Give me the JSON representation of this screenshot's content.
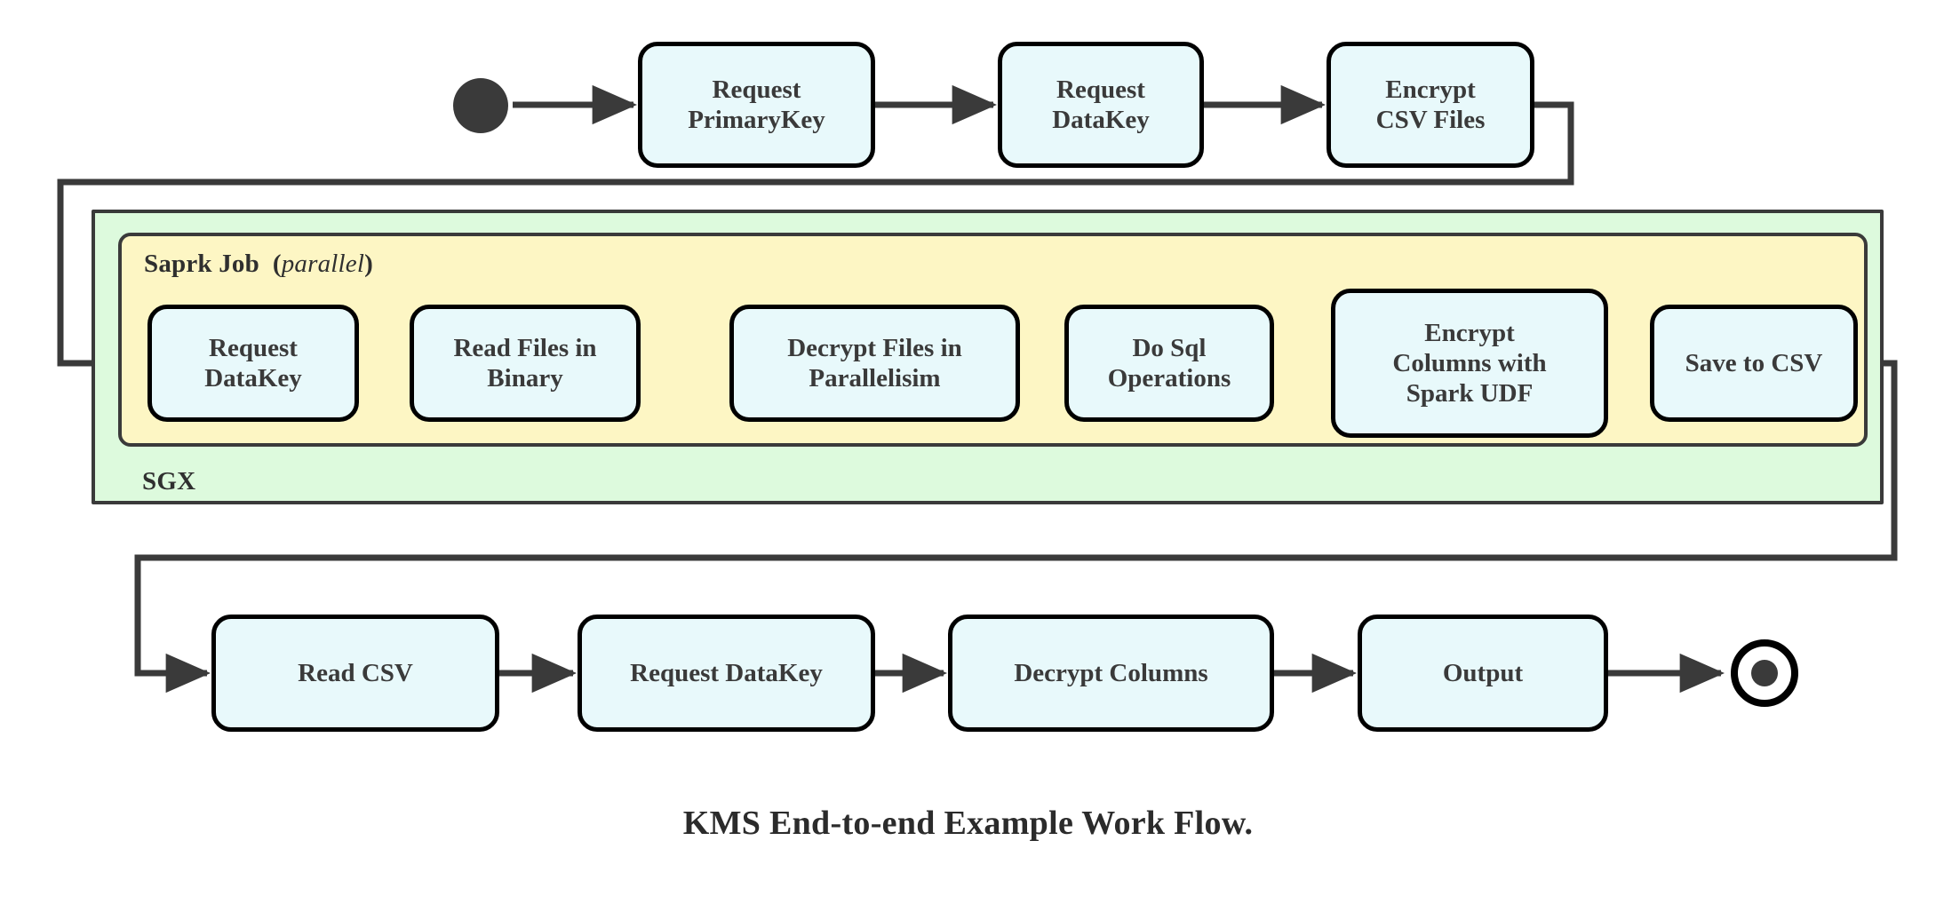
{
  "figure": {
    "caption": "KMS End-to-end Example Work Flow.",
    "background_color": "#ffffff",
    "node_fill": "#e8f9fb",
    "node_stroke": "#000000",
    "edge_color": "#3a3a3a",
    "text_color": "#3a3a3a"
  },
  "containers": [
    {
      "id": "sgx",
      "label": "SGX",
      "fill": "#ddfadd",
      "stroke": "#3a3a3a",
      "label_position": "bottom-left"
    },
    {
      "id": "spark",
      "label": "Saprk Job",
      "label_suffix": "(parallel)",
      "suffix_open": "(",
      "suffix_italic": "parallel",
      "suffix_close": ")",
      "fill": "#fdf6c4",
      "stroke": "#3a3a3a",
      "label_position": "top-left"
    }
  ],
  "terminals": {
    "start": {
      "name": "start-node",
      "shape": "filled-circle"
    },
    "end": {
      "name": "end-node",
      "shape": "double-circle"
    }
  },
  "rows": {
    "top": {
      "nodes": [
        {
          "id": "request-primarykey",
          "lines": [
            "Request",
            "PrimaryKey"
          ]
        },
        {
          "id": "request-datakey-top",
          "lines": [
            "Request",
            "DataKey"
          ]
        },
        {
          "id": "encrypt-csv-files",
          "lines": [
            "Encrypt",
            "CSV Files"
          ]
        }
      ]
    },
    "middle": {
      "nodes": [
        {
          "id": "request-datakey-spark",
          "lines": [
            "Request",
            "DataKey"
          ]
        },
        {
          "id": "read-files-in-binary",
          "lines": [
            "Read Files in",
            "Binary"
          ]
        },
        {
          "id": "decrypt-files-in-parallelisim",
          "lines": [
            "Decrypt Files in",
            "Parallelisim"
          ]
        },
        {
          "id": "do-sql-operations",
          "lines": [
            "Do Sql",
            "Operations"
          ]
        },
        {
          "id": "encrypt-columns-with-spark-udf",
          "lines": [
            "Encrypt",
            "Columns with",
            "Spark UDF"
          ]
        },
        {
          "id": "save-to-csv",
          "lines": [
            "Save to CSV"
          ]
        }
      ]
    },
    "bottom": {
      "nodes": [
        {
          "id": "read-csv",
          "lines": [
            "Read CSV"
          ]
        },
        {
          "id": "request-datakey-bottom",
          "lines": [
            "Request DataKey"
          ]
        },
        {
          "id": "decrypt-columns",
          "lines": [
            "Decrypt Columns"
          ]
        },
        {
          "id": "output",
          "lines": [
            "Output"
          ]
        }
      ]
    }
  },
  "flow_sequence": [
    "start",
    "Request PrimaryKey",
    "Request DataKey",
    "Encrypt CSV Files",
    "Request DataKey",
    "Read Files in Binary",
    "Decrypt Files in Parallelisim",
    "Do Sql Operations",
    "Encrypt Columns with Spark UDF",
    "Save to CSV",
    "Read CSV",
    "Request DataKey",
    "Decrypt Columns",
    "Output",
    "end"
  ]
}
